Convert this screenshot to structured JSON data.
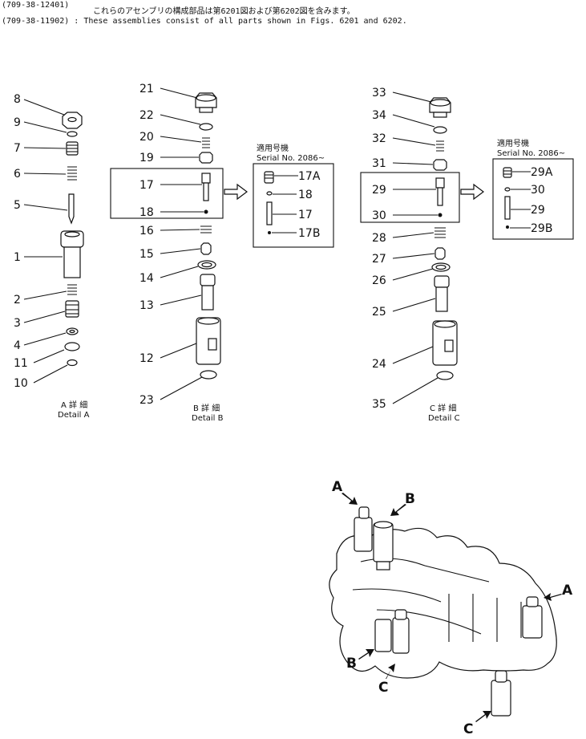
{
  "header": {
    "line1": "(709-38-12401)",
    "line2_jp": "これらのアセンブリの構成部品は第6201図および第6202図を含みます。",
    "line3": "(709-38-11902) : These assemblies consist of all parts shown in Figs. 6201 and 6202."
  },
  "detail_a": {
    "callouts": [
      "8",
      "9",
      "7",
      "6",
      "5",
      "1",
      "2",
      "3",
      "4",
      "11",
      "10"
    ],
    "caption_jp": "A 詳 細",
    "caption_en": "Detail A"
  },
  "detail_b": {
    "callouts": [
      "21",
      "22",
      "20",
      "19",
      "17",
      "18",
      "16",
      "15",
      "14",
      "13",
      "12",
      "23"
    ],
    "caption_jp": "B 詳 細",
    "caption_en": "Detail B",
    "serial_jp": "適用号機",
    "serial_en": "Serial  No.  2086~",
    "inset_callouts": [
      "17A",
      "18",
      "17",
      "17B"
    ]
  },
  "detail_c": {
    "callouts": [
      "33",
      "34",
      "32",
      "31",
      "29",
      "30",
      "28",
      "27",
      "26",
      "25",
      "24",
      "35"
    ],
    "caption_jp": "C 詳 細",
    "caption_en": "Detail C",
    "serial_jp": "適用号機",
    "serial_en": "Serial  No.  2086~",
    "inset_callouts": [
      "29A",
      "30",
      "29",
      "29B"
    ]
  },
  "assembly": {
    "labels": [
      "A",
      "B",
      "A",
      "B",
      "C",
      "C"
    ]
  }
}
